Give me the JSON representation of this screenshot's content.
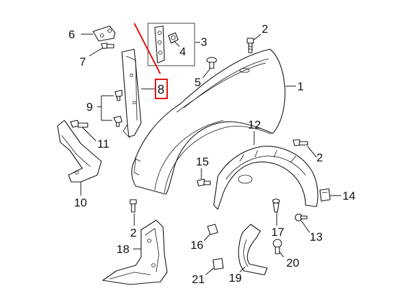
{
  "diagram": {
    "callouts": [
      "1",
      "2",
      "2",
      "2",
      "3",
      "4",
      "5",
      "6",
      "7",
      "8",
      "9",
      "10",
      "11",
      "12",
      "13",
      "14",
      "15",
      "16",
      "17",
      "18",
      "19",
      "20",
      "21"
    ],
    "highlight": {
      "label": "8",
      "color": "#e01010"
    }
  }
}
